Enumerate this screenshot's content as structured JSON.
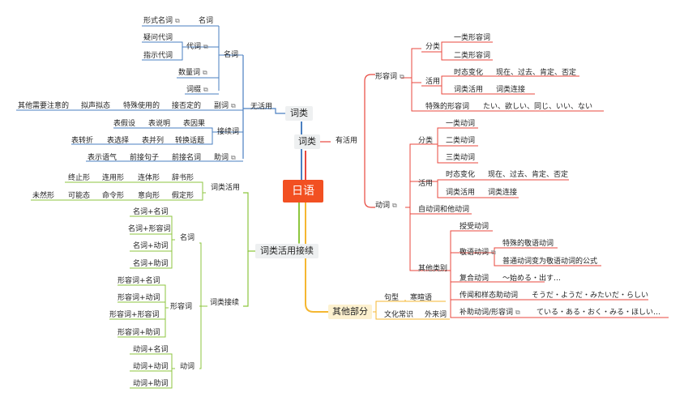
{
  "root": "日语",
  "branches": {
    "ci_lei": "词类",
    "wu_huo_yong": "无活用",
    "ci_lei_2": "词类",
    "you_huo_yong": "有活用",
    "huo_yong_jie_xu": "词类活用接续",
    "qi_ta": "其他部分"
  },
  "left_top": {
    "xing_shi_ming_ci": "形式名词",
    "ming_ci": "名词",
    "yi_wen_dai_ci": "疑问代词",
    "dai_ci": "代词",
    "zhi_shi_dai_ci": "指示代词",
    "ming_ci_group": "名词",
    "shu_liang_ci": "数量词",
    "ci_zhui": "词缀",
    "fu_ci_items": [
      "其他需要注意的",
      "拟声拟态",
      "特殊使用的",
      "接否定的"
    ],
    "fu_ci": "副词",
    "jie_xu_ci_row1": [
      "表假设",
      "表说明",
      "表因果"
    ],
    "jie_xu_ci_row2": [
      "表转折",
      "表选择",
      "表并列",
      "转换话题"
    ],
    "jie_xu_ci": "接续词",
    "zhu_ci_items": [
      "表示语气",
      "前接句子",
      "前接名词"
    ],
    "zhu_ci": "助词"
  },
  "left_bottom": {
    "huo_yong_row1": [
      "终止形",
      "连用形",
      "连体形",
      "辞书形"
    ],
    "huo_yong_row2": [
      "未然形",
      "可能态",
      "命令形",
      "意向形",
      "假定形"
    ],
    "ci_lei_huo_yong": "词类活用",
    "ming_ci_items": [
      "名词+名词",
      "名词+形容词",
      "名词+动词",
      "名词+助词"
    ],
    "ming_ci": "名词",
    "xing_rong_ci_items": [
      "形容词+名词",
      "形容词+动词",
      "形容词+形容词",
      "形容词+助词"
    ],
    "xing_rong_ci": "形容词",
    "dong_ci_items": [
      "动词+名词",
      "动词+动词",
      "动词+助词"
    ],
    "dong_ci": "动词",
    "ci_lei_jie_xu": "词类接续"
  },
  "right": {
    "xing_rong_ci": "形容词",
    "fen_lei": "分类",
    "yi_lei_xrc": "一类形容词",
    "er_lei_xrc": "二类形容词",
    "huo_yong": "活用",
    "shi_tai": "时态变化",
    "shi_tai_detail": "现在、过去、肯定、否定",
    "ci_lei_huo_yong": "词类活用",
    "ci_lei_lian_jie": "词类连接",
    "te_shu_xrc": "特殊的形容词",
    "te_shu_detail": "たい、欲しい、同じ、いい、ない",
    "dong_ci": "动词",
    "fen_lei_2": "分类",
    "yi_lei_dc": "一类动词",
    "er_lei_dc": "二类动词",
    "san_lei_dc": "三类动词",
    "huo_yong_2": "活用",
    "shi_tai_2": "时态变化",
    "shi_tai_detail_2": "现在、过去、肯定、否定",
    "ci_lei_huo_yong_2": "词类活用",
    "ci_lei_lian_jie_2": "词类连接",
    "zi_ta_dong_ci": "自动词和他动词",
    "qi_ta_lei_bie": "其他类别",
    "shou_shou": "授受动词",
    "jing_yu": "敬语动词",
    "te_shu_jing_yu": "特殊的敬语动词",
    "pu_tong_jing_yu": "普通动词变为敬语动词的公式",
    "fu_he": "复合动词",
    "fu_he_detail": "～始める・出す…",
    "chuan_wen": "传闻和样态助动词",
    "chuan_wen_detail": "そうだ・ようだ・みたいだ・らしい",
    "bu_zhu": "补助动词/形容词",
    "bu_zhu_detail": "ている・ある・おく・みる・ほしい…"
  },
  "other": {
    "ju_xing": "句型",
    "han_xuan_yu": "寒暄语",
    "wen_hua": "文化常识",
    "wai_lai_ci": "外来词"
  },
  "colors": {
    "root": "#f25022",
    "blue": "#4a7fc1",
    "green": "#8dc63f",
    "red": "#e8473e",
    "yellow": "#f5b731",
    "gray": "#888888"
  },
  "icons": [
    "link-icon"
  ]
}
